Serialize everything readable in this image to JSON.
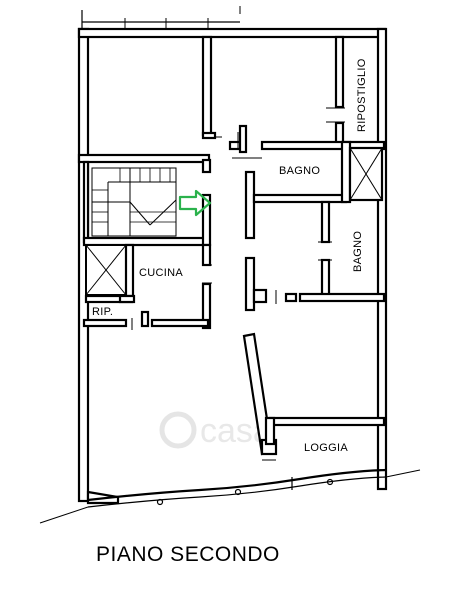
{
  "plan": {
    "rooms": {
      "ripostiglio": "RIPOSTIGLIO",
      "bagno_1": "BAGNO",
      "bagno_2": "BAGNO",
      "cucina": "CUCINA",
      "rip": "RIP.",
      "loggia": "LOGGIA"
    },
    "watermark": "casa",
    "arrow_color": "#2bb24c"
  },
  "title": "PIANO SECONDO"
}
